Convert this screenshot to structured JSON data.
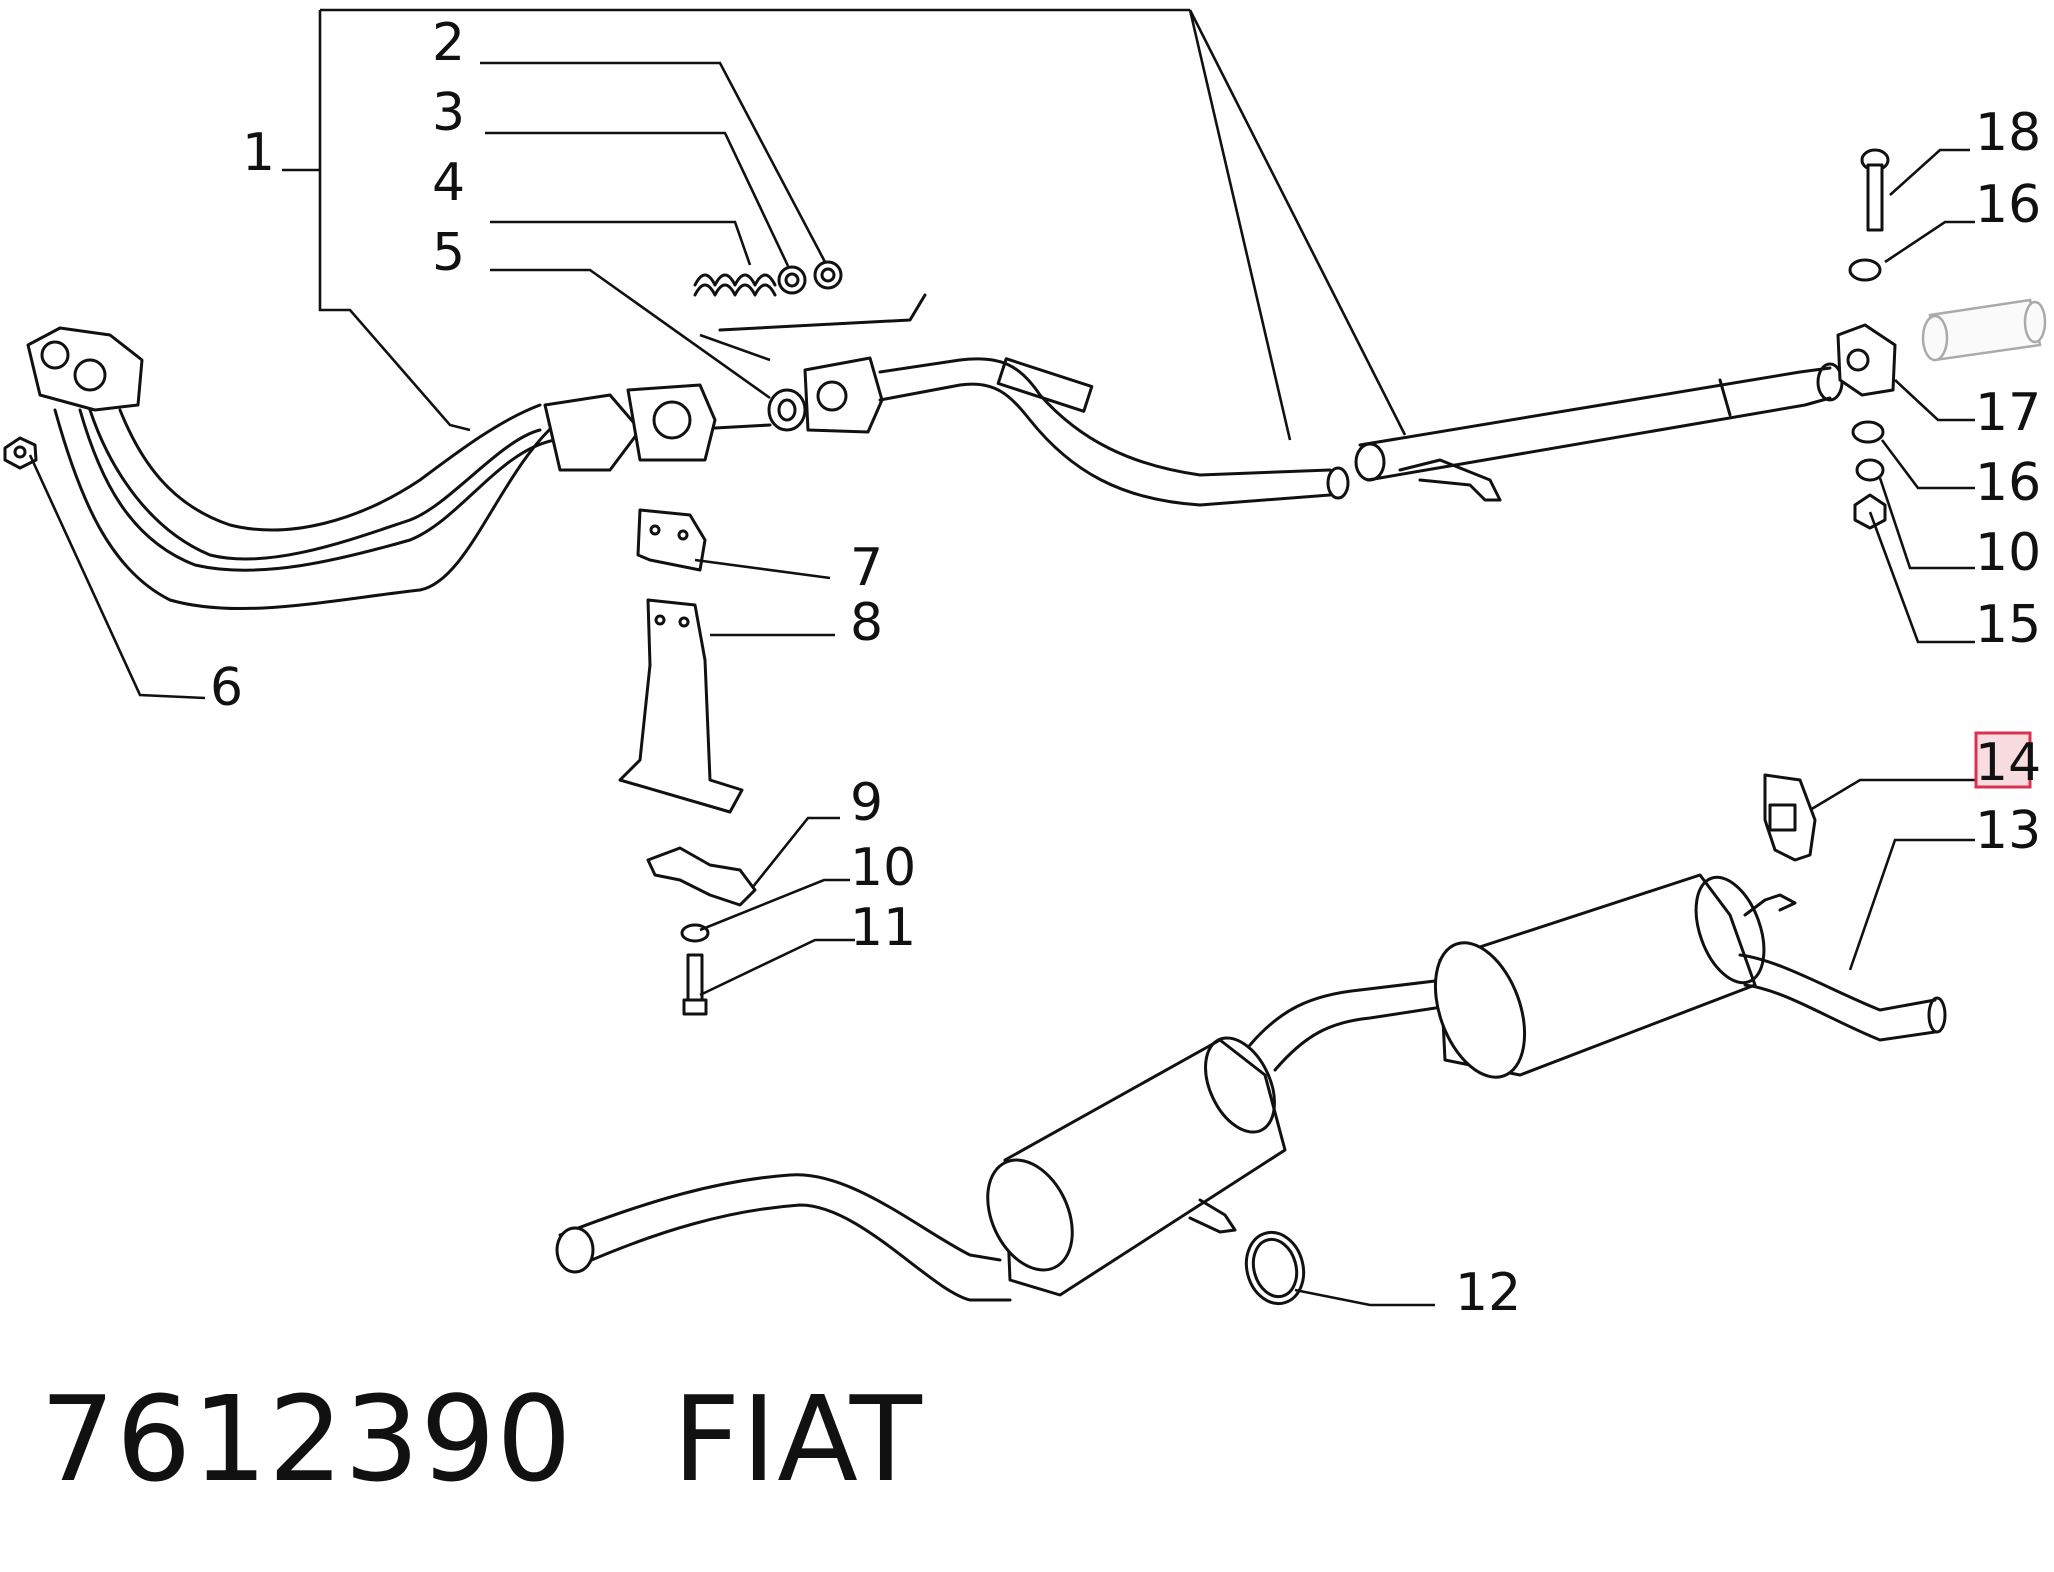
{
  "callouts": {
    "c1": "1",
    "c2": "2",
    "c3": "3",
    "c4": "4",
    "c5": "5",
    "c6": "6",
    "c7": "7",
    "c8": "8",
    "c9": "9",
    "c10a": "10",
    "c10b": "10",
    "c11": "11",
    "c12": "12",
    "c13": "13",
    "c14": "14",
    "c15": "15",
    "c16a": "16",
    "c16b": "16",
    "c17": "17",
    "c18": "18"
  },
  "highlighted_callout": "14",
  "footer": {
    "part_number": "7612390",
    "brand": "FIAT"
  },
  "colors": {
    "line": "#111111",
    "highlight": "#d8324e",
    "background": "#ffffff"
  }
}
